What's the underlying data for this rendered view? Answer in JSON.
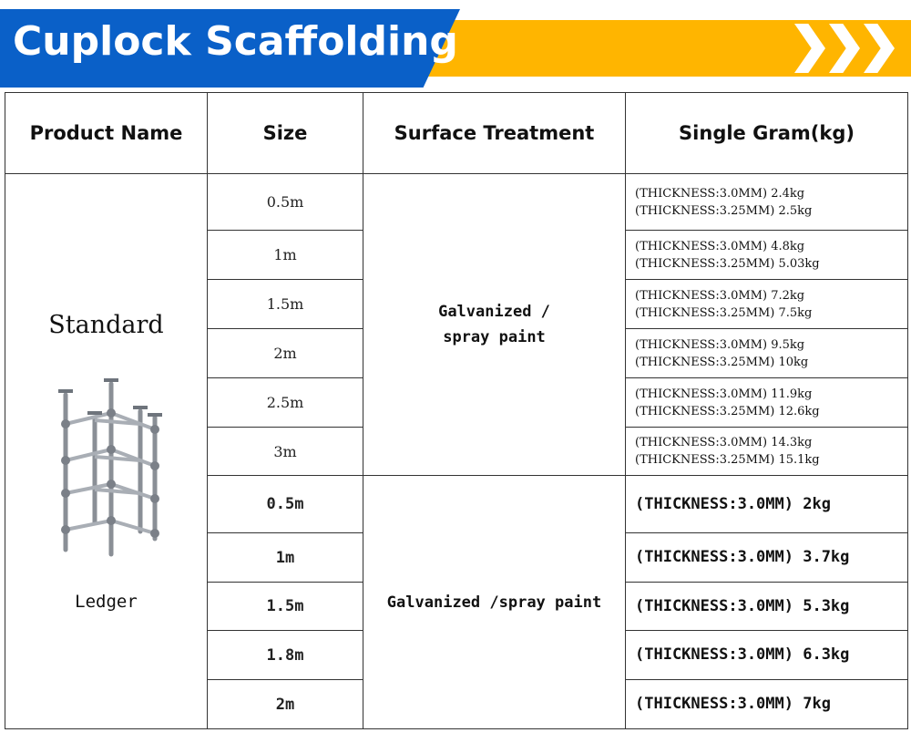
{
  "banner": {
    "title": "Cuplock Scaffolding",
    "colors": {
      "blue": "#0a60c8",
      "yellow": "#ffb500"
    }
  },
  "table": {
    "headers": [
      "Product Name",
      "Size",
      "Surface Treatment",
      "Single Gram(kg)"
    ],
    "products": {
      "standard": "Standard",
      "ledger": "Ledger"
    },
    "standard": {
      "surface": [
        "Galvanized /",
        "spray paint"
      ],
      "rows": [
        {
          "size": "0.5m",
          "w1": "(THICKNESS:3.0MM) 2.4kg",
          "w2": "(THICKNESS:3.25MM) 2.5kg"
        },
        {
          "size": "1m",
          "w1": "(THICKNESS:3.0MM) 4.8kg",
          "w2": "(THICKNESS:3.25MM) 5.03kg"
        },
        {
          "size": "1.5m",
          "w1": "(THICKNESS:3.0MM) 7.2kg",
          "w2": "(THICKNESS:3.25MM) 7.5kg"
        },
        {
          "size": "2m",
          "w1": "(THICKNESS:3.0MM) 9.5kg",
          "w2": "(THICKNESS:3.25MM) 10kg"
        },
        {
          "size": "2.5m",
          "w1": "(THICKNESS:3.0MM) 11.9kg",
          "w2": "(THICKNESS:3.25MM) 12.6kg"
        },
        {
          "size": "3m",
          "w1": "(THICKNESS:3.0MM) 14.3kg",
          "w2": "(THICKNESS:3.25MM) 15.1kg"
        }
      ]
    },
    "ledger": {
      "surface": "Galvanized /spray paint",
      "rows": [
        {
          "size": "0.5m",
          "w": "(THICKNESS:3.0MM) 2kg"
        },
        {
          "size": "1m",
          "w": "(THICKNESS:3.0MM) 3.7kg"
        },
        {
          "size": "1.5m",
          "w": "(THICKNESS:3.0MM) 5.3kg"
        },
        {
          "size": "1.8m",
          "w": "(THICKNESS:3.0MM) 6.3kg"
        },
        {
          "size": "2m",
          "w": "(THICKNESS:3.0MM) 7kg"
        }
      ]
    }
  }
}
